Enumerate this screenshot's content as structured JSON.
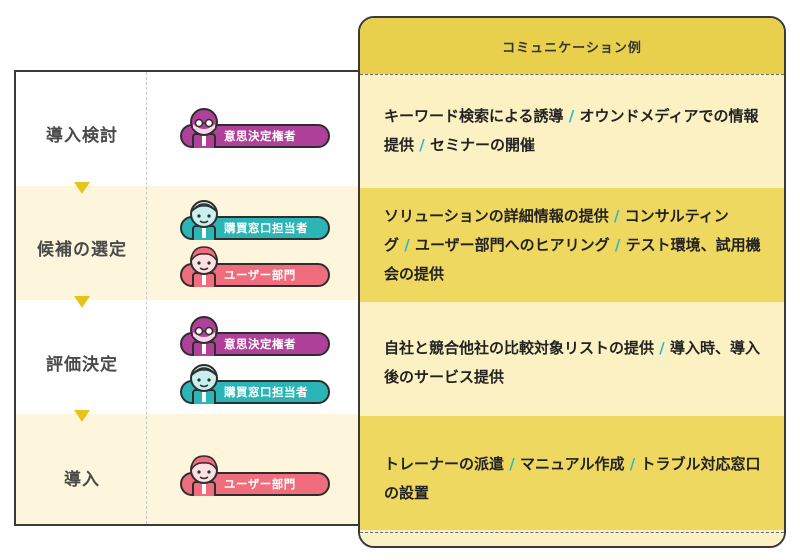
{
  "colors": {
    "panel_header": "#e8cf4c",
    "panel_light": "#fbf1c2",
    "panel_strong": "#efd860",
    "cream_band": "#fdf6dc",
    "arrow": "#e7c31c",
    "separator": "#2bb8c8",
    "decision_maker": "#b0419a",
    "purchasing": "#2bb5b6",
    "user": "#ef6d7c"
  },
  "panel": {
    "title": "コミュニケーション例"
  },
  "stages": [
    {
      "name": "導入検討",
      "roles": [
        {
          "label": "意思決定権者",
          "icon": "decision-maker-avatar-icon"
        }
      ],
      "comm": [
        "キーワード検索による誘導",
        "オウンドメディアでの情報提供",
        "セミナーの開催"
      ]
    },
    {
      "name": "候補の選定",
      "roles": [
        {
          "label": "購買窓口担当者",
          "icon": "purchasing-contact-avatar-icon"
        },
        {
          "label": "ユーザー部門",
          "icon": "user-dept-avatar-icon"
        }
      ],
      "comm": [
        "ソリューションの詳細情報の提供",
        "コンサルティング",
        "ユーザー部門へのヒアリング",
        "テスト環境、試用機会の提供"
      ]
    },
    {
      "name": "評価決定",
      "roles": [
        {
          "label": "意思決定権者",
          "icon": "decision-maker-avatar-icon"
        },
        {
          "label": "購買窓口担当者",
          "icon": "purchasing-contact-avatar-icon"
        }
      ],
      "comm": [
        "自社と競合他社の比較対象リストの提供",
        "導入時、導入後のサービス提供"
      ]
    },
    {
      "name": "導入",
      "roles": [
        {
          "label": "ユーザー部門",
          "icon": "user-dept-avatar-icon"
        }
      ],
      "comm": [
        "トレーナーの派遣",
        "マニュアル作成",
        "トラブル対応窓口の設置"
      ]
    }
  ]
}
